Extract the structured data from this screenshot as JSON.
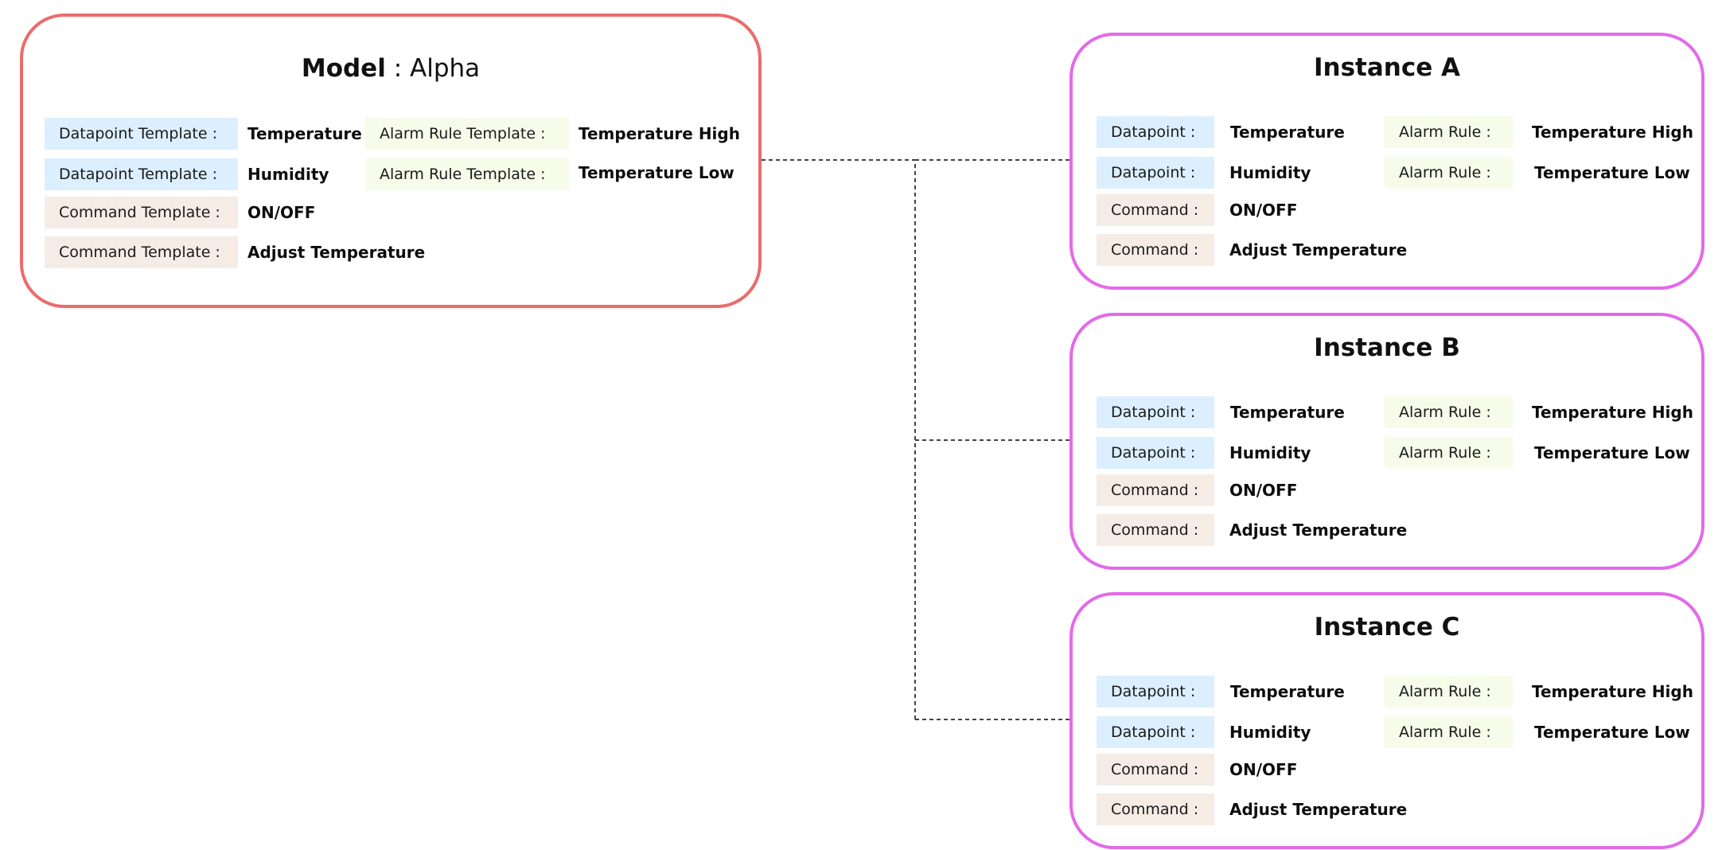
{
  "colors": {
    "model_border": "#ec6b6b",
    "instance_border": "#e36ae9",
    "datapoint_bg": "#dcefff",
    "command_bg": "#f6ece6",
    "alarm_bg": "#f7fbe9",
    "connector": "#444444"
  },
  "model": {
    "title_bold": "Model",
    "title_rest": " : Alpha",
    "datapoint_template_label": "Datapoint Template :",
    "command_template_label": "Command Template :",
    "alarm_rule_template_label": "Alarm Rule Template :",
    "datapoints": [
      "Temperature",
      "Humidity"
    ],
    "commands": [
      "ON/OFF",
      "Adjust Temperature"
    ],
    "alarm_rules": [
      "Temperature High",
      "Temperature Low"
    ]
  },
  "instances": [
    {
      "title": "Instance A",
      "datapoint_label": "Datapoint :",
      "command_label": "Command :",
      "alarm_rule_label": "Alarm Rule :",
      "datapoints": [
        "Temperature",
        "Humidity"
      ],
      "commands": [
        "ON/OFF",
        "Adjust Temperature"
      ],
      "alarm_rules": [
        "Temperature High",
        "Temperature Low"
      ]
    },
    {
      "title": "Instance B",
      "datapoint_label": "Datapoint :",
      "command_label": "Command :",
      "alarm_rule_label": "Alarm Rule :",
      "datapoints": [
        "Temperature",
        "Humidity"
      ],
      "commands": [
        "ON/OFF",
        "Adjust Temperature"
      ],
      "alarm_rules": [
        "Temperature High",
        "Temperature Low"
      ]
    },
    {
      "title": "Instance C",
      "datapoint_label": "Datapoint :",
      "command_label": "Command :",
      "alarm_rule_label": "Alarm Rule :",
      "datapoints": [
        "Temperature",
        "Humidity"
      ],
      "commands": [
        "ON/OFF",
        "Adjust Temperature"
      ],
      "alarm_rules": [
        "Temperature High",
        "Temperature Low"
      ]
    }
  ]
}
